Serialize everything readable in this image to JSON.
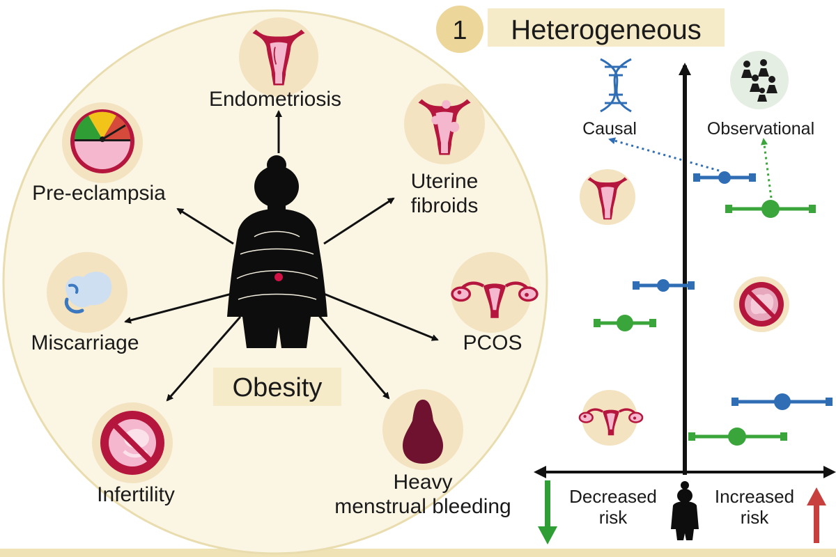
{
  "center": {
    "label": "Obesity"
  },
  "outcomes": {
    "endometriosis": "Endometriosis",
    "uterine_fibroids_line1": "Uterine",
    "uterine_fibroids_line2": "fibroids",
    "pcos": "PCOS",
    "heavy_bleeding_line1": "Heavy",
    "heavy_bleeding_line2": "menstrual bleeding",
    "infertility": "Infertility",
    "miscarriage": "Miscarriage",
    "pre_eclampsia": "Pre-eclampsia"
  },
  "panel": {
    "number": "1",
    "title": "Heterogeneous",
    "causal_label": "Causal",
    "observational_label": "Observational",
    "decreased_line1": "Decreased",
    "decreased_line2": "risk",
    "increased_line1": "Increased",
    "increased_line2": "risk"
  },
  "colors": {
    "causal": "#2f6db5",
    "observational": "#3aa53a",
    "circle_fill": "#fbf6e4",
    "circle_stroke": "#e9dcae",
    "title_bg": "#f5ebc8",
    "icon_bg": "#f3e3c0",
    "crimson": "#b5163e",
    "pink": "#f5b7cd",
    "dark_red": "#6e1230",
    "decreased_arrow": "#2e9e35",
    "increased_arrow": "#c8403d"
  }
}
